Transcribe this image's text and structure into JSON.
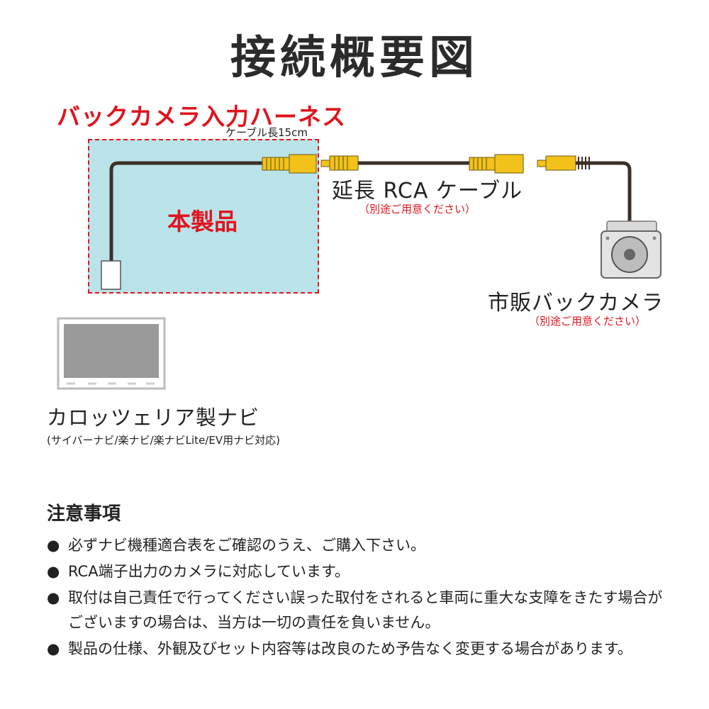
{
  "title": "接続概要図",
  "harness": {
    "title": "バックカメラ入力ハーネス",
    "length": "ケーブル長15cm",
    "product_label": "本製品"
  },
  "extension_cable": {
    "label": "延長 RCA ケーブル",
    "note": "（別途ご用意ください）"
  },
  "camera": {
    "label": "市販バックカメラ",
    "note": "（別途ご用意ください）"
  },
  "navi": {
    "label": "カロッツェリア製ナビ",
    "models": "(サイバーナビ/楽ナビ/楽ナビLite/EV用ナビ対応)"
  },
  "notes": {
    "title": "注意事項",
    "bullet": "●",
    "items": [
      "必ずナビ機種適合表をご確認のうえ、ご購入下さい。",
      "RCA端子出力のカメラに対応しています。",
      "取付は自己責任で行ってください誤った取付をされると車両に重大な支障をきたす場合がございますの場合は、当方は一切の責任を負いません。",
      "製品の仕様、外観及びセット内容等は改良のため予告なく変更する場合があります。"
    ]
  },
  "colors": {
    "accent_red": "#e0141e",
    "product_bg": "#b9e3e8",
    "connector_yellow": "#f2c21a",
    "cable": "#3d3028"
  }
}
